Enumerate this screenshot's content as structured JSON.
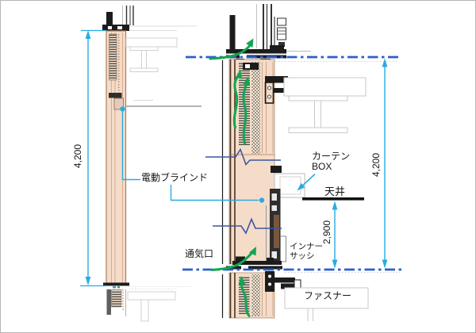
{
  "drawing": {
    "type": "architectural-section-detail",
    "labels": {
      "electric_blind": "電動ブラインド",
      "vent": "通気口",
      "curtain_box_line1": "カーテン",
      "curtain_box_line2": "BOX",
      "ceiling": "天井",
      "inner_sash_line1": "インナー",
      "inner_sash_line2": "サッシ",
      "fastener": "ファスナー"
    },
    "dimensions": {
      "overall_height_left": "4,200",
      "overall_height_right": "4,200",
      "ceiling_height": "2,900"
    },
    "colors": {
      "dimension_line": "#29abe2",
      "floor_axis_line": "#2b5fd0",
      "airflow_arrow": "#12a651",
      "break_line": "#3a57a0",
      "glass_fill": "#f5dcc9",
      "glass_edge": "#a97e5f",
      "frame_black": "#1c1c1c",
      "structure_gray": "#c9c9c9"
    }
  }
}
